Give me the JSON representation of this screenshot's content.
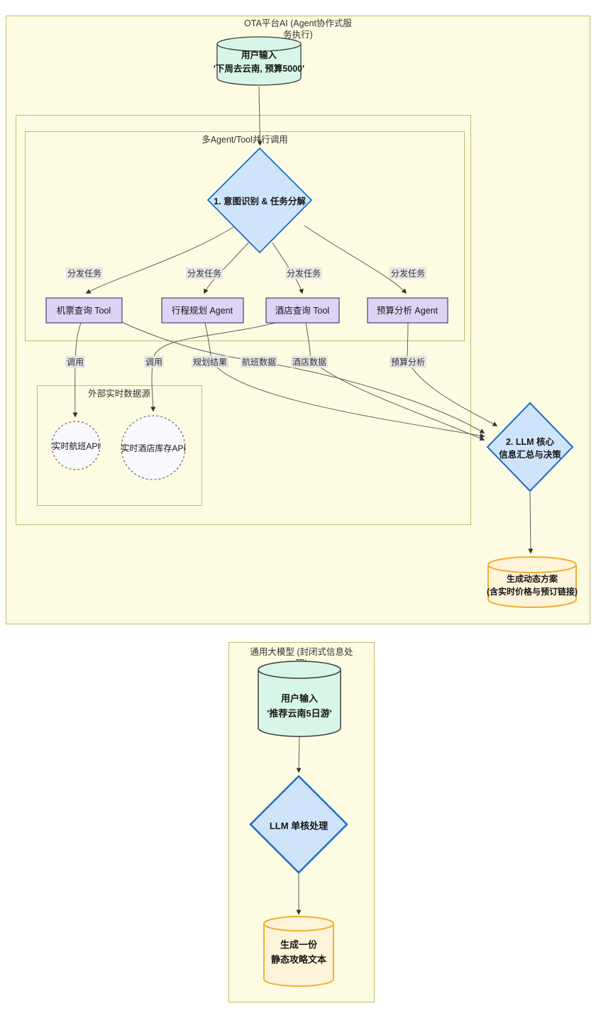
{
  "diagram": {
    "ota": {
      "title_line1": "OTA平台AI (Agent协作式服",
      "title_line2": "务执行)",
      "user_input": {
        "line1": "用户输入",
        "line2": "'下周去云南, 预算5000'"
      },
      "multi_agent_box_label": "多Agent/Tool并行调用",
      "intent_diamond_label": "1. 意图识别 & 任务分解",
      "dispatch_labels": [
        "分发任务",
        "分发任务",
        "分发任务",
        "分发任务"
      ],
      "agents": [
        "机票查询 Tool",
        "行程规划 Agent",
        "酒店查询 Tool",
        "预算分析 Agent"
      ],
      "edge_labels": {
        "call_flight": "调用",
        "call_hotel": "调用",
        "plan_result": "规划结果",
        "flight_data": "航班数据",
        "hotel_data": "酒店数据",
        "budget_analysis": "预算分析"
      },
      "data_source_box_label": "外部实时数据源",
      "apis": [
        "实时航班API",
        "实时酒店库存API"
      ],
      "llm_core_diamond": {
        "line1": "2. LLM 核心",
        "line2": "信息汇总与决策"
      },
      "output_cylinder": {
        "line1": "生成动态方案",
        "line2": "(含实时价格与预订链接)"
      }
    },
    "generic": {
      "title_line1": "通用大模型 (封闭式信息处",
      "title_line2": "理)",
      "user_input": {
        "line1": "用户输入",
        "line2": "'推荐云南5日游'"
      },
      "llm_diamond_label": "LLM 单核处理",
      "output_cylinder": {
        "line1": "生成一份",
        "line2": "静态攻略文本"
      }
    },
    "colors": {
      "container_fill": "#fdfce3",
      "container_border": "#bcbc6a",
      "diamond_fill": "#cfe4fb",
      "diamond_border": "#1a6fc9",
      "agent_box_fill": "#ded2f5",
      "agent_box_border": "#5a4a78",
      "input_cylinder_fill": "#d8f6e7",
      "input_cylinder_border": "#3c3c3c",
      "output_cylinder_fill": "#fdf4da",
      "output_cylinder_border": "#f2ae30",
      "api_circle_fill": "#f8f8fd",
      "api_circle_border": "#707070",
      "edge_stroke": "#5c5c5c"
    }
  }
}
